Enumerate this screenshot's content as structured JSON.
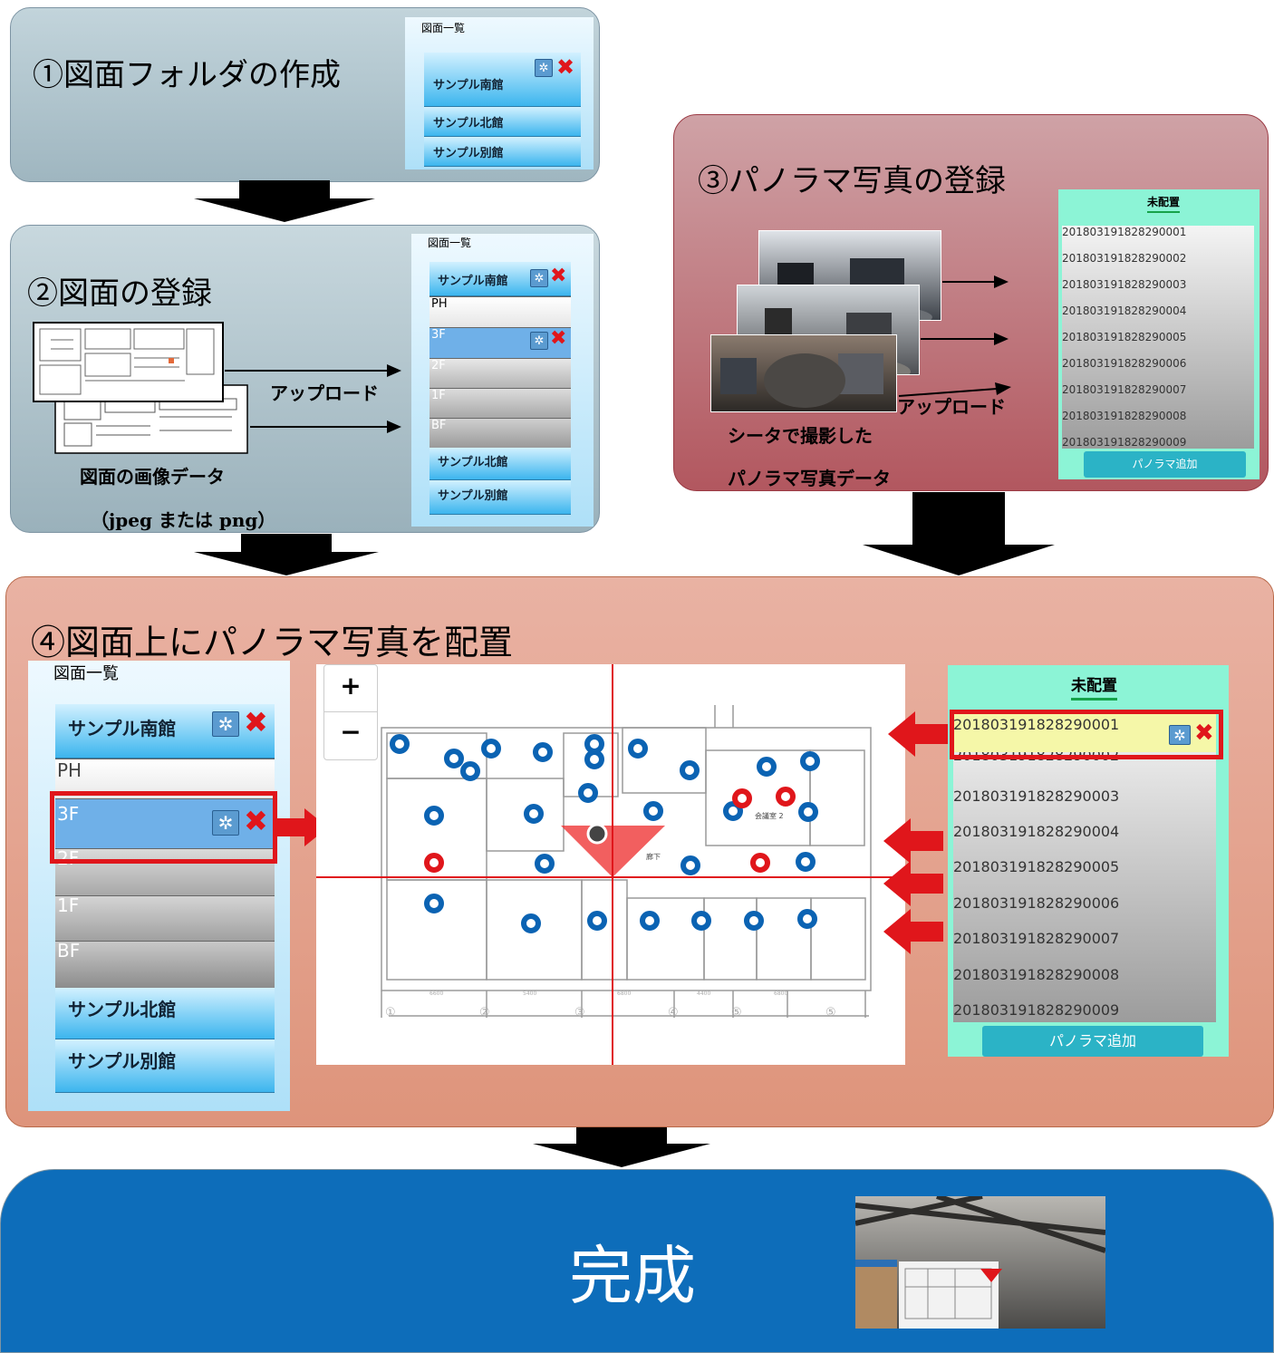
{
  "step1": {
    "title": "①図面フォルダの作成",
    "list_title": "図面一覧",
    "buildings": [
      "サンプル南館",
      "サンプル北館",
      "サンプル別館"
    ]
  },
  "step2": {
    "title": "②図面の登録",
    "list_title": "図面一覧",
    "upload_label": "アップロード",
    "image_caption": "図面の画像データ",
    "format_caption": "（jpeg または png）",
    "building": "サンプル南館",
    "floors": [
      "PH",
      "3F",
      "2F",
      "1F",
      "BF"
    ],
    "other_buildings": [
      "サンプル北館",
      "サンプル別館"
    ]
  },
  "step3": {
    "title": "③パノラマ写真の登録",
    "upload_label": "アップロード",
    "caption1": "シータで撮影した",
    "caption2": "パノラマ写真データ",
    "unplaced_title": "未配置",
    "items": [
      "201803191828290001",
      "201803191828290002",
      "201803191828290003",
      "201803191828290004",
      "201803191828290005",
      "201803191828290006",
      "201803191828290007",
      "201803191828290008",
      "201803191828290009"
    ],
    "add_button": "パノラマ追加"
  },
  "step4": {
    "title": "④図面上にパノラマ写真を配置",
    "list_title": "図面一覧",
    "building": "サンプル南館",
    "floors": [
      "PH",
      "3F",
      "2F",
      "1F",
      "BF"
    ],
    "other_buildings": [
      "サンプル北館",
      "サンプル別館"
    ],
    "zoom_in": "+",
    "zoom_out": "−",
    "unplaced_title": "未配置",
    "items": [
      "201803191828290001",
      "201803191828290002",
      "201803191828290003",
      "201803191828290004",
      "201803191828290005",
      "201803191828290006",
      "201803191828290007",
      "201803191828290008",
      "201803191828290009"
    ],
    "add_button": "パノラマ追加",
    "room_label": "会議室\n2",
    "corridor_label": "廊下",
    "grid_numbers": [
      "①",
      "②",
      "③",
      "④",
      "⑤",
      "⑤"
    ],
    "dims": [
      "6600",
      "5400",
      "6800",
      "4400",
      "6800"
    ]
  },
  "step5": {
    "title": "完成"
  },
  "colors": {
    "accent_red": "#e0161b",
    "marker_blue": "#0b63b3",
    "final_blue": "#0d6dba"
  }
}
